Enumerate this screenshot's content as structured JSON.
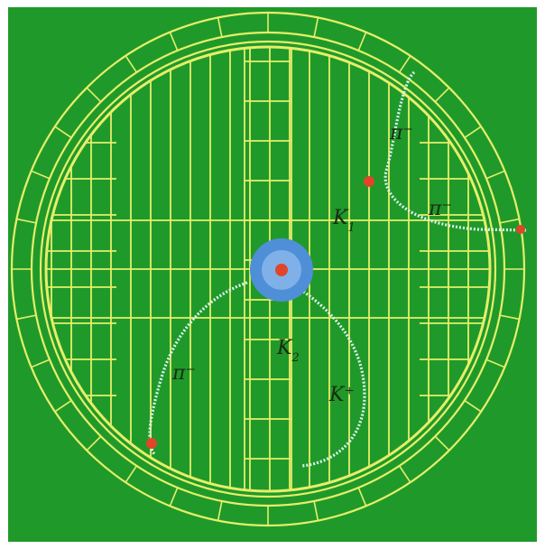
{
  "colors": {
    "background": "#1f9a2a",
    "outer_frame": "#ffffff",
    "detector_lines": "#e7ee6a",
    "track": "#dff3f0",
    "beampipe_outer": "#4f8fd8",
    "beampipe_inner": "#7fb1e8",
    "vertex": "#e0452a",
    "hit_marker": "#e0452a"
  },
  "icons": {
    "vertex": "interaction-vertex-icon",
    "hit": "track-hit-marker-icon"
  },
  "labels": {
    "pi_minus_upper": "π⁻",
    "pi_minus_right": "π⁻",
    "k1": "K",
    "k1_sub": "1",
    "k2": "K",
    "k2_sub": "2",
    "pi_minus_left": "π⁻",
    "k_plus": "K⁺"
  }
}
